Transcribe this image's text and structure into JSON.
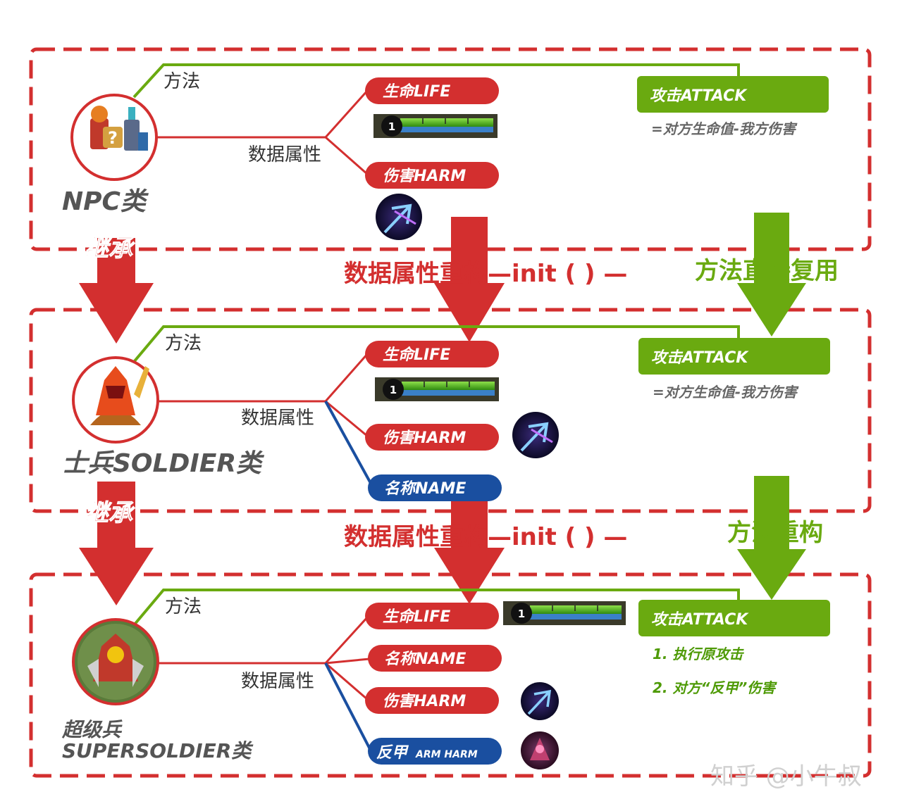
{
  "colors": {
    "red": "#d32f2f",
    "green": "#6aaa10",
    "blue": "#1a4fa0"
  },
  "watermark": "知乎 @小牛叔",
  "classes": [
    {
      "name": "NPC类",
      "method_label": "方法",
      "data_label": "数据属性",
      "icon": "npc-character-icon",
      "attributes": [
        {
          "label": "生命LIFE",
          "color": "red"
        },
        {
          "label": "伤害HARM",
          "color": "red"
        }
      ],
      "life_level": "1",
      "method": "攻击ATTACK",
      "method_note": [
        "=对方生命值-我方伤害"
      ]
    },
    {
      "name": "士兵SOLDIER类",
      "method_label": "方法",
      "data_label": "数据属性",
      "icon": "soldier-character-icon",
      "attributes": [
        {
          "label": "生命LIFE",
          "color": "red"
        },
        {
          "label": "伤害HARM",
          "color": "red"
        },
        {
          "label": "名称NAME",
          "color": "blue"
        }
      ],
      "life_level": "1",
      "method": "攻击ATTACK",
      "method_note": [
        "=对方生命值-我方伤害"
      ]
    },
    {
      "name_line1": "超级兵",
      "name_line2": "SUPERSOLDIER类",
      "method_label": "方法",
      "data_label": "数据属性",
      "icon": "supersoldier-character-icon",
      "attributes": [
        {
          "label": "生命LIFE",
          "color": "red"
        },
        {
          "label": "名称NAME",
          "color": "red"
        },
        {
          "label": "伤害HARM",
          "color": "red"
        },
        {
          "label": "反甲",
          "sub": "ARM HARM",
          "color": "blue"
        }
      ],
      "life_level": "1",
      "method": "攻击ATTACK",
      "method_note": [
        "1. 执行原攻击",
        "2. 对方“反甲”伤害"
      ]
    }
  ],
  "transitions": [
    {
      "inherit": "继承",
      "data": "数据属性重构—init ( ) —",
      "method": "方法直接复用"
    },
    {
      "inherit": "继承",
      "data": "数据属性重构—init ( ) —",
      "method": "方法重构"
    }
  ]
}
